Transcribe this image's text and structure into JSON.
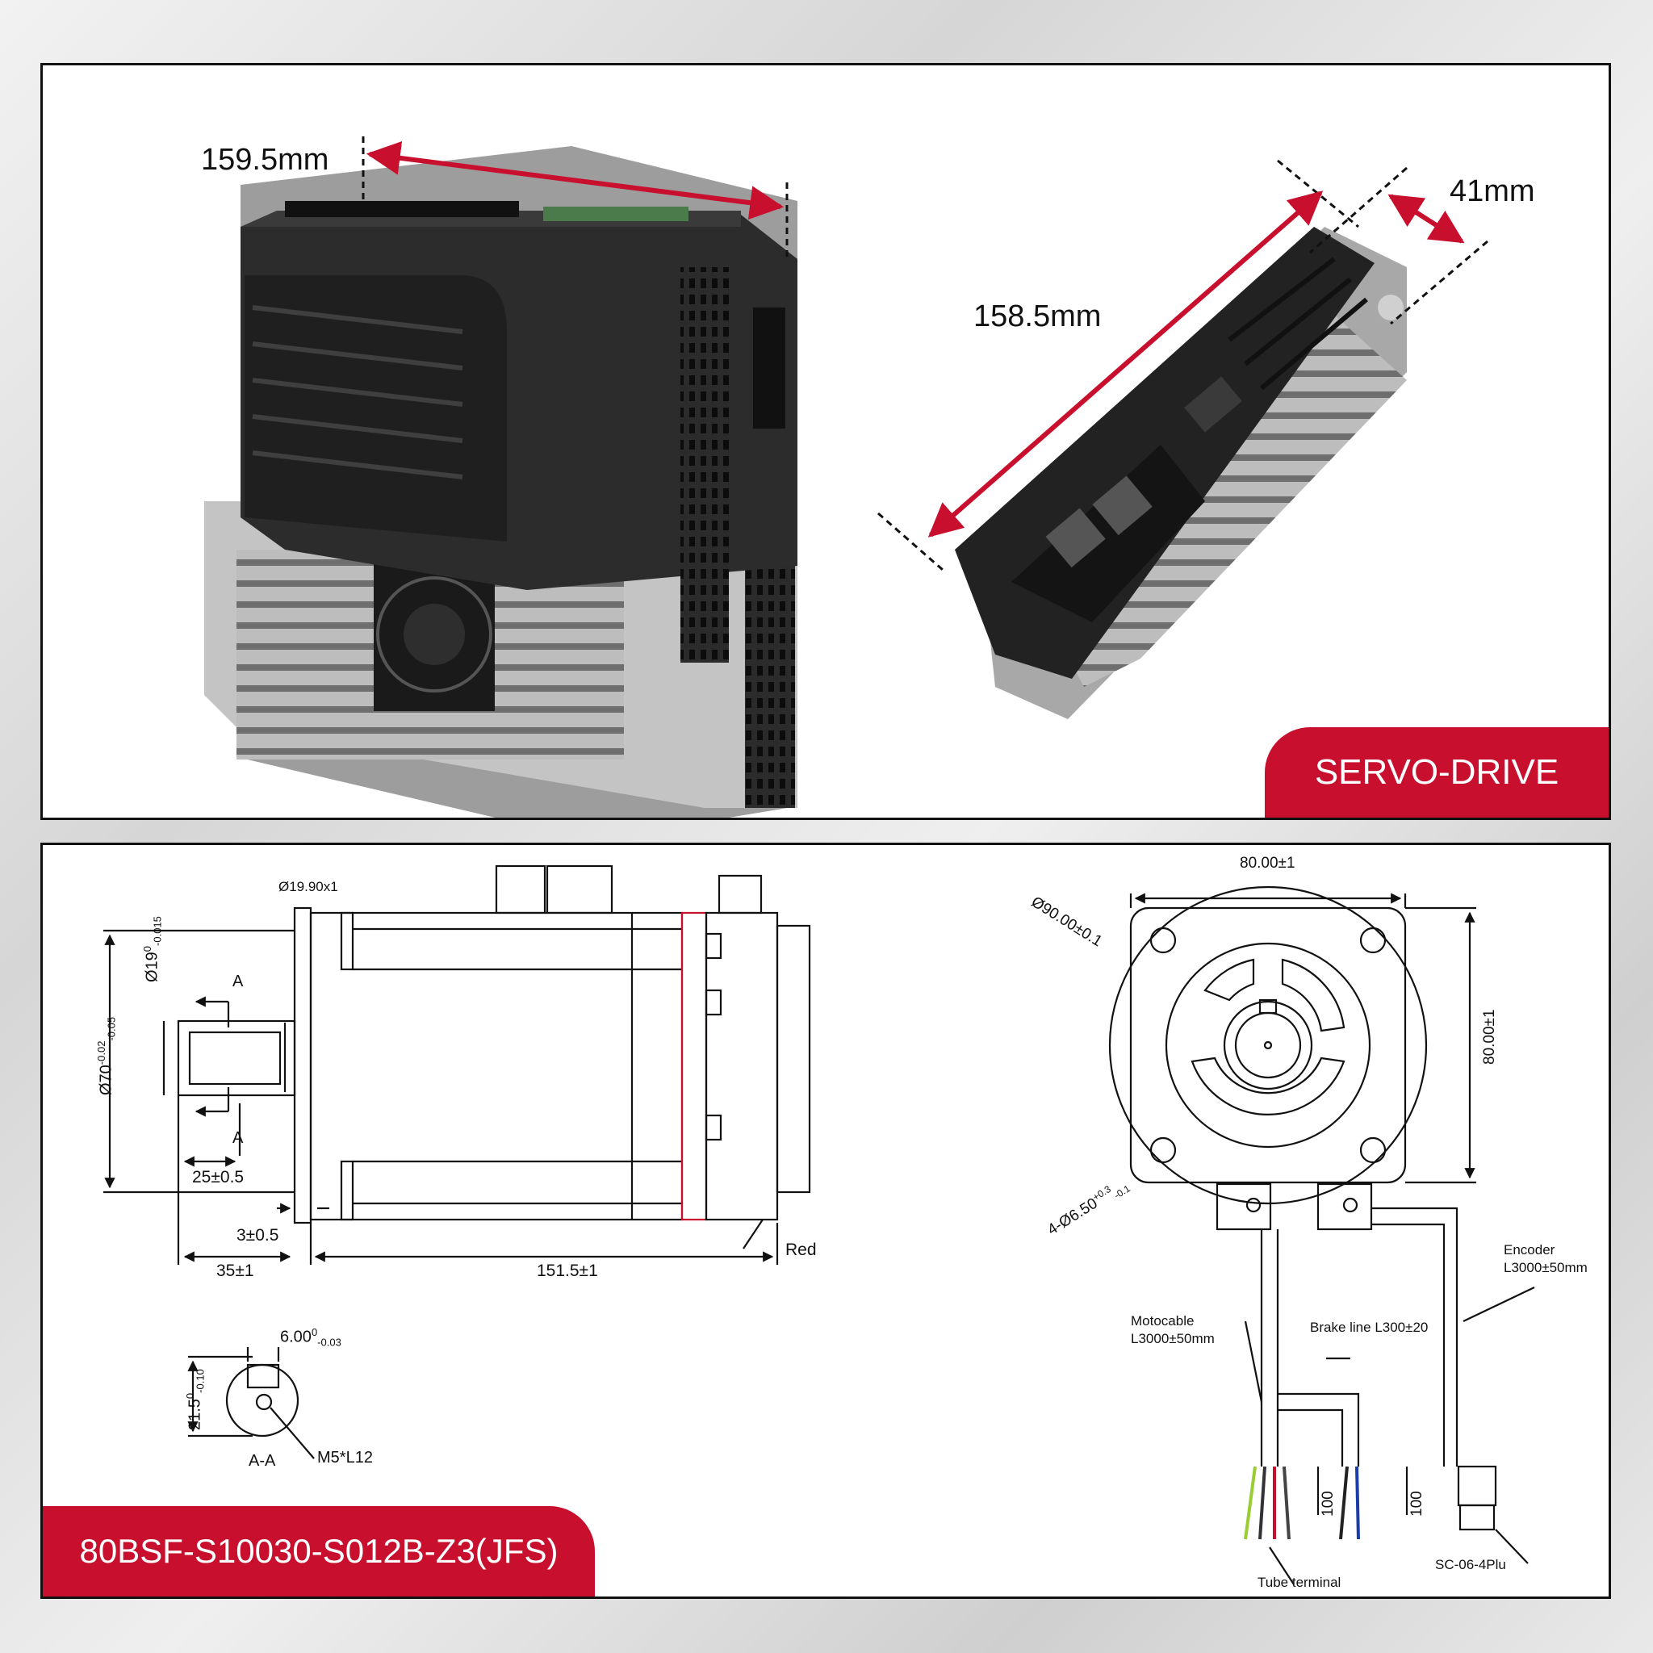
{
  "top_panel": {
    "drive_front": {
      "width_label": "159.5mm"
    },
    "drive_side": {
      "length_label": "158.5mm",
      "depth_label": "41mm"
    },
    "badge": "SERVO-DRIVE"
  },
  "bottom_panel": {
    "side_view": {
      "flange_dia": "Ø19.90x1",
      "shaft_dia_main": "Ø19",
      "shaft_dia_sup": "0",
      "shaft_dia_sub": "-0.015",
      "body_dia_main": "Ø70",
      "body_dia_sup": "-0.02",
      "body_dia_sub": "-0.05",
      "section_mark_top": "A",
      "section_mark_bottom": "A",
      "key_length": "25±0.5",
      "flange_offset": "3±0.5",
      "shaft_length": "35±1",
      "body_length": "151.5±1",
      "red_label": "Red"
    },
    "section_view": {
      "key_width_main": "6.00",
      "key_width_sup": "0",
      "key_width_sub": "-0.03",
      "height_main": "21.5",
      "height_sup": "0",
      "height_sub": "-0.10",
      "thread": "M5*L12",
      "section_name": "A-A"
    },
    "front_view": {
      "width": "80.00±1",
      "height": "80.00±1",
      "pcd_main": "Ø90.00±0.1",
      "holes_main": "4-Ø6.50",
      "holes_sup": "+0.3",
      "holes_sub": "-0.1",
      "encoder_label": "Encoder",
      "encoder_length": "L3000±50mm",
      "motocable_label": "Motocable",
      "motocable_length": "L3000±50mm",
      "brake_label": "Brake line L300±20",
      "lead_length_1": "100",
      "lead_length_2": "100",
      "tube_terminal": "Tube terminal",
      "connector": "SC-06-4Plu"
    },
    "badge": "80BSF-S10030-S012B-Z3(JFS)"
  },
  "colors": {
    "accent": "#c8102e",
    "drive_body": "#2a2a2a",
    "heatsink": "#b9b9b9"
  }
}
